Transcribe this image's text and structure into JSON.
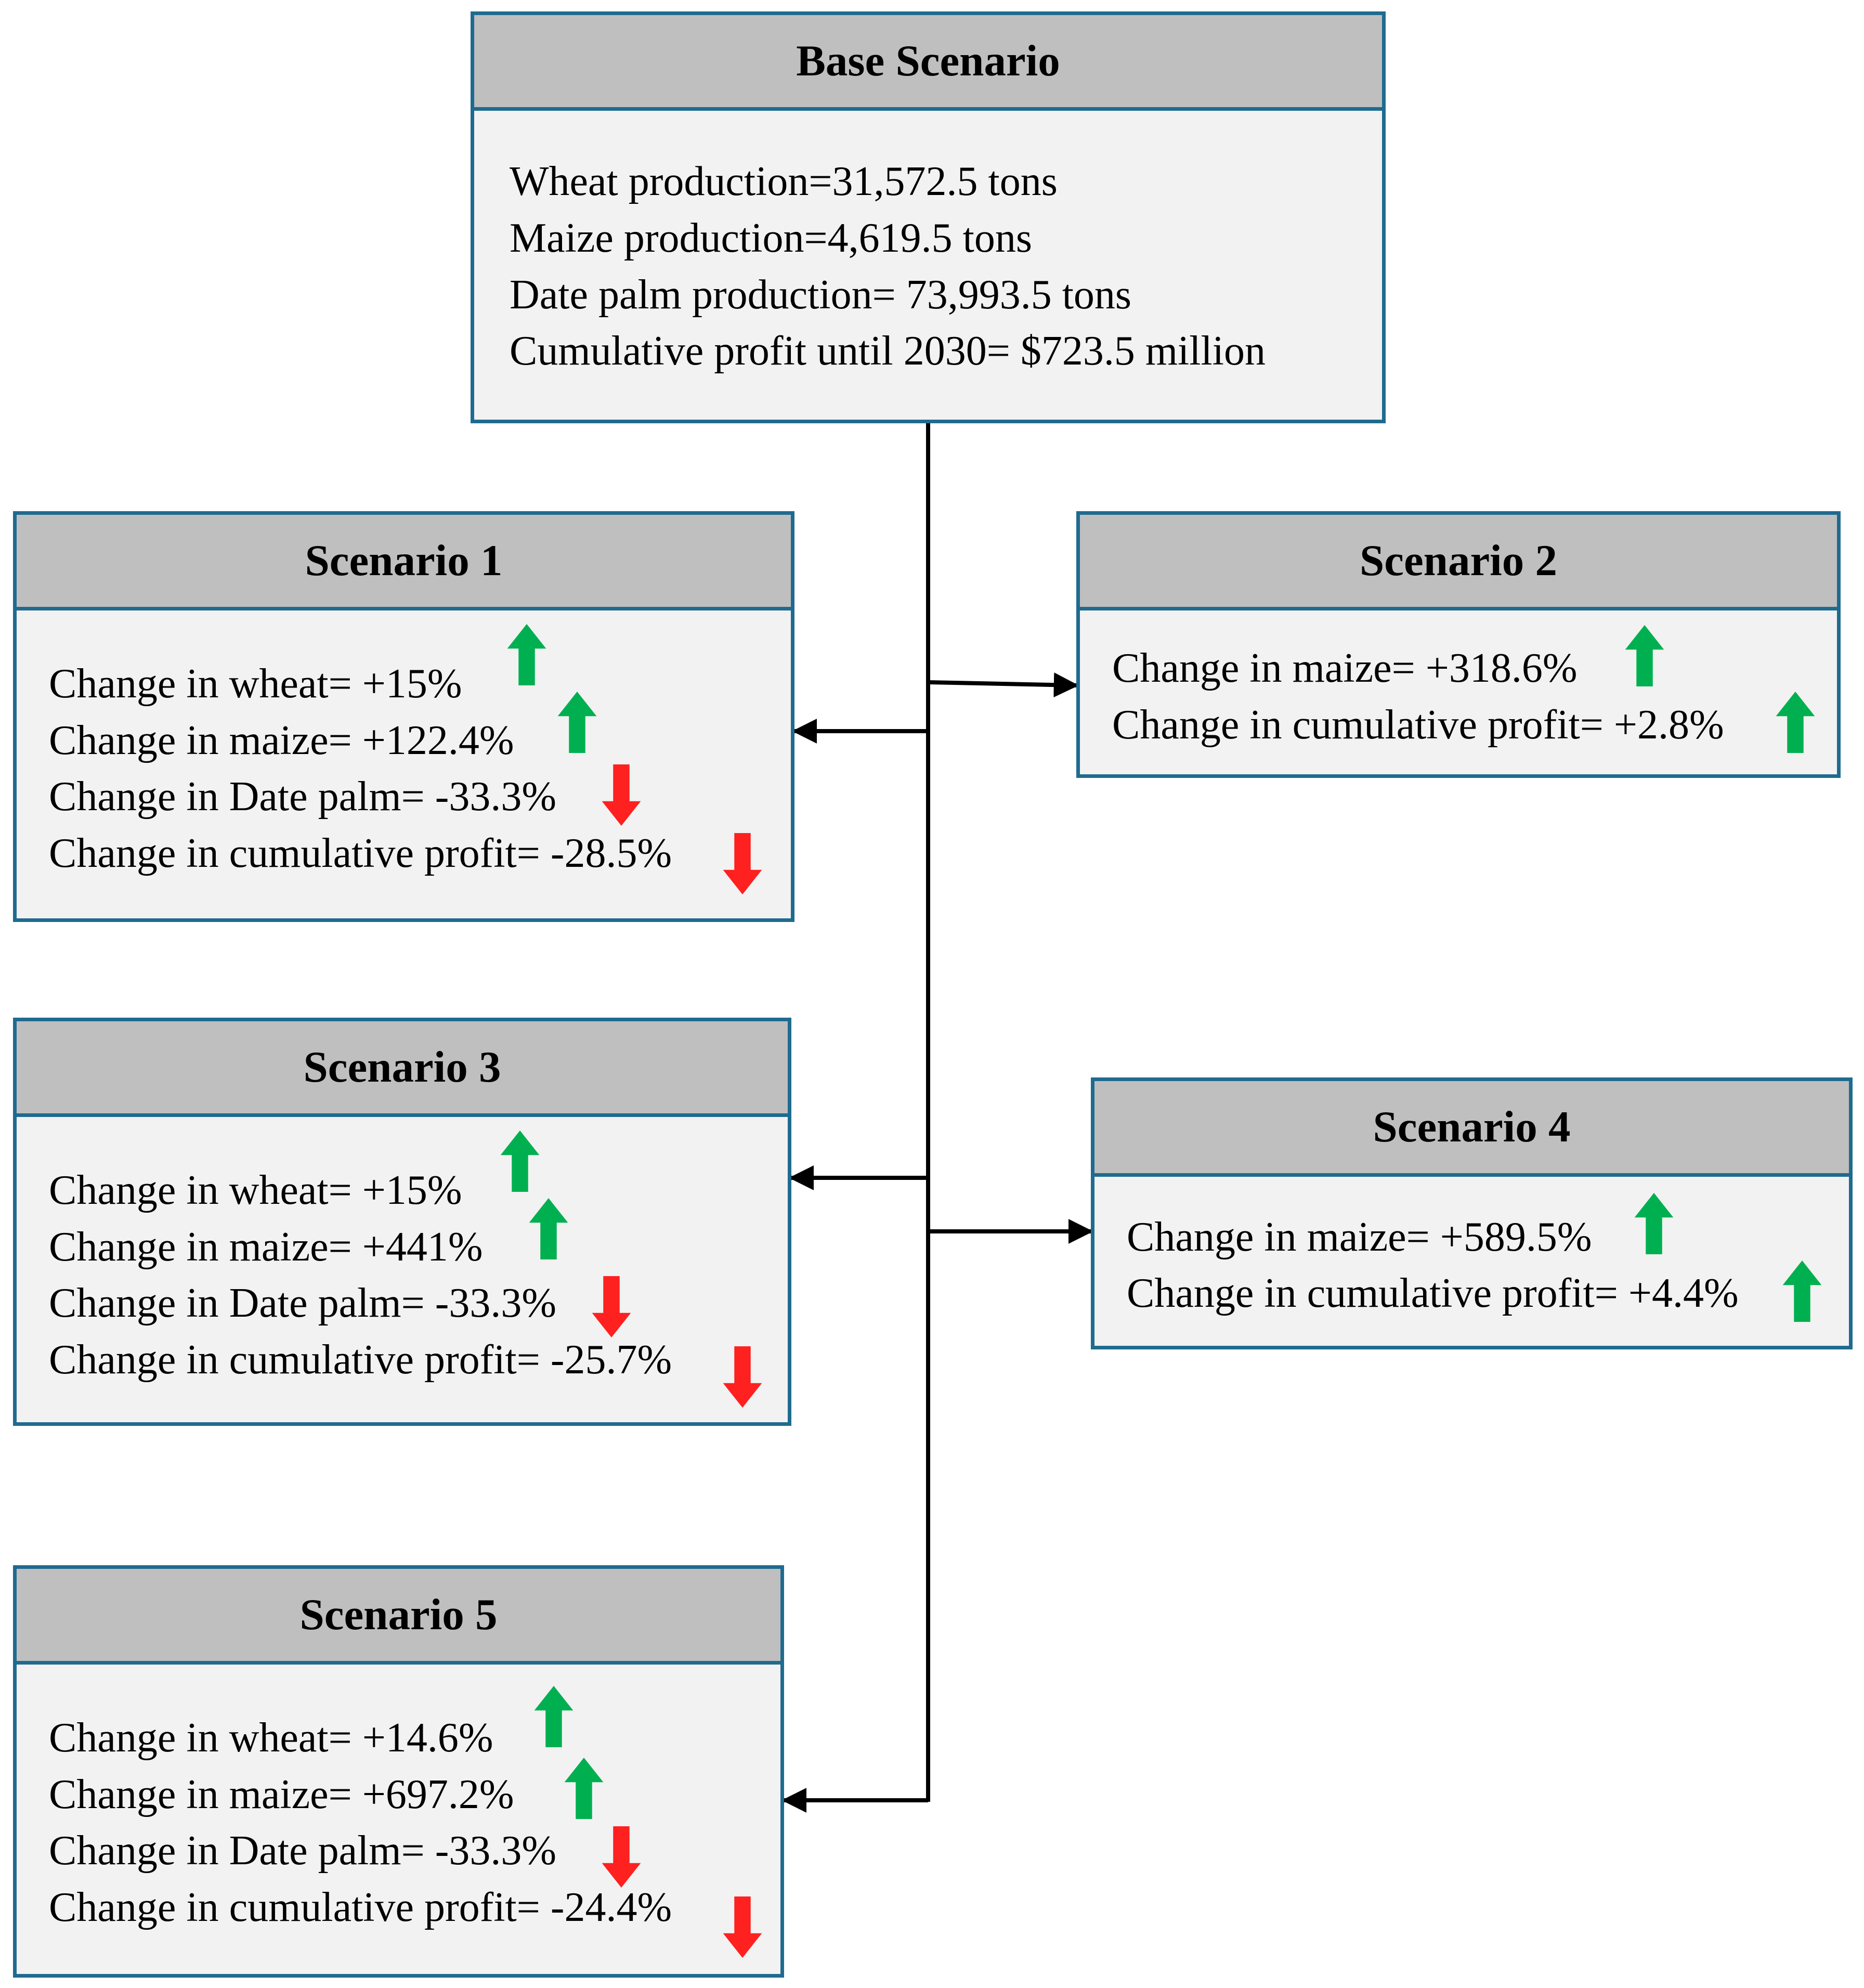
{
  "base": {
    "title": "Base Scenario",
    "lines": [
      "Wheat production=31,572.5 tons",
      "Maize production=4,619.5 tons",
      "Date palm production= 73,993.5 tons",
      "Cumulative profit until 2030= $723.5 million"
    ]
  },
  "scenarios": [
    {
      "title": "Scenario 1",
      "lines": [
        {
          "text": "Change in wheat= +15%",
          "direction": "up"
        },
        {
          "text": "Change in maize= +122.4%",
          "direction": "up"
        },
        {
          "text": "Change in Date palm= -33.3%",
          "direction": "down"
        },
        {
          "text": "Change in cumulative profit= -28.5%",
          "direction": "down"
        }
      ]
    },
    {
      "title": "Scenario 2",
      "lines": [
        {
          "text": "Change in maize= +318.6%",
          "direction": "up"
        },
        {
          "text": "Change in cumulative profit= +2.8%",
          "direction": "up"
        }
      ]
    },
    {
      "title": "Scenario 3",
      "lines": [
        {
          "text": "Change in wheat= +15%",
          "direction": "up"
        },
        {
          "text": "Change in maize= +441%",
          "direction": "up"
        },
        {
          "text": "Change in Date palm= -33.3%",
          "direction": "down"
        },
        {
          "text": "Change in cumulative profit= -25.7%",
          "direction": "down"
        }
      ]
    },
    {
      "title": "Scenario 4",
      "lines": [
        {
          "text": "Change in maize= +589.5%",
          "direction": "up"
        },
        {
          "text": "Change in cumulative profit= +4.4%",
          "direction": "up"
        }
      ]
    },
    {
      "title": "Scenario 5",
      "lines": [
        {
          "text": "Change in wheat= +14.6%",
          "direction": "up"
        },
        {
          "text": "Change in maize= +697.2%",
          "direction": "up"
        },
        {
          "text": "Change in Date palm= -33.3%",
          "direction": "down"
        },
        {
          "text": "Change in cumulative profit= -24.4%",
          "direction": "down"
        }
      ]
    }
  ],
  "colors": {
    "box_border": "#1f6b8f",
    "header_fill": "#bfbfbf",
    "body_fill": "#f2f2f2",
    "up_arrow": "#00b050",
    "down_arrow": "#ff2020",
    "connector": "#000000"
  }
}
